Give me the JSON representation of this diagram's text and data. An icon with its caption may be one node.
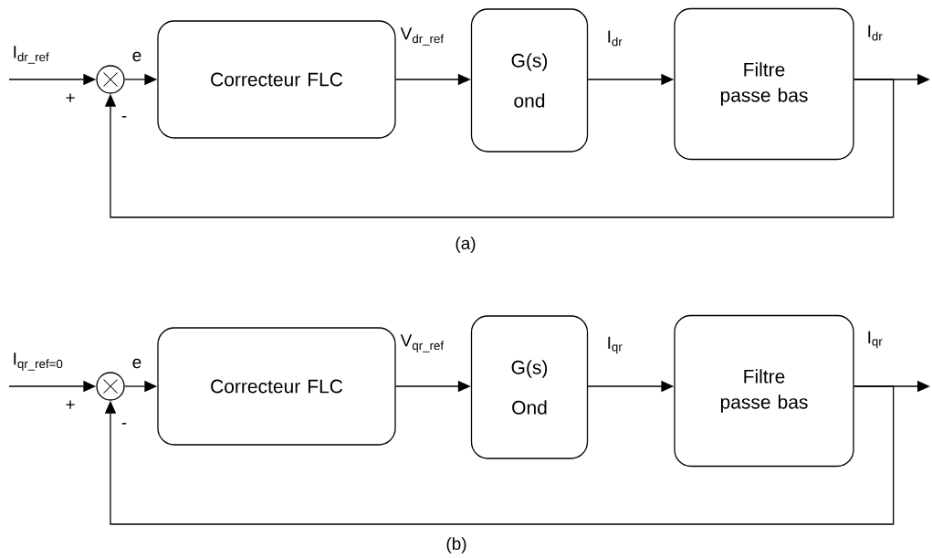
{
  "diagram": {
    "nodes": [
      {
        "text": [],
        "shape": "circle"
      },
      {
        "text": [
          "Correcteur FLC"
        ]
      },
      {
        "text": [
          "G(s)",
          "ond"
        ]
      },
      {
        "text": [
          "Filtre passe bas"
        ]
      },
      {
        "text": [],
        "shape": "circle"
      },
      {
        "text": [
          "Correcteur FLC"
        ]
      },
      {
        "text": [
          "G(s)",
          "Ond"
        ]
      },
      {
        "text": [
          "Filtre passe bas"
        ]
      }
    ],
    "edges": [
      {
        "from": null,
        "to": 0,
        "arrow": "to",
        "label": "I$_{dr_ref}$"
      },
      {
        "from": 0,
        "to": 1,
        "arrow": "to",
        "label": "e"
      },
      {
        "from": 1,
        "to": 2,
        "arrow": "to",
        "label": "V$_{dr_ref}$"
      },
      {
        "from": 2,
        "to": 3,
        "arrow": "to",
        "label": "I$_{dr}$"
      },
      {
        "from": 3,
        "to": null,
        "arrow": "to",
        "label": "I$_{dr}$"
      },
      {
        "from": 3,
        "to": 0,
        "arrow": "to"
      },
      {
        "from": null,
        "to": 4,
        "arrow": "to",
        "label": "I$_{qr_ref=0}$"
      },
      {
        "from": 4,
        "to": 5,
        "arrow": "to",
        "label": "e"
      },
      {
        "from": 5,
        "to": 6,
        "arrow": "to",
        "label": "V$_{qr_ref}$"
      },
      {
        "from": 6,
        "to": 7,
        "arrow": "to",
        "label": "I$_{qr}$"
      },
      {
        "from": 7,
        "to": null,
        "arrow": "to",
        "label": "I$_{qr}$"
      },
      {
        "from": 7,
        "to": 4,
        "arrow": "to"
      }
    ],
    "labels": [
      "+",
      "-",
      "(a)",
      "+",
      "-",
      "(b)"
    ]
  }
}
